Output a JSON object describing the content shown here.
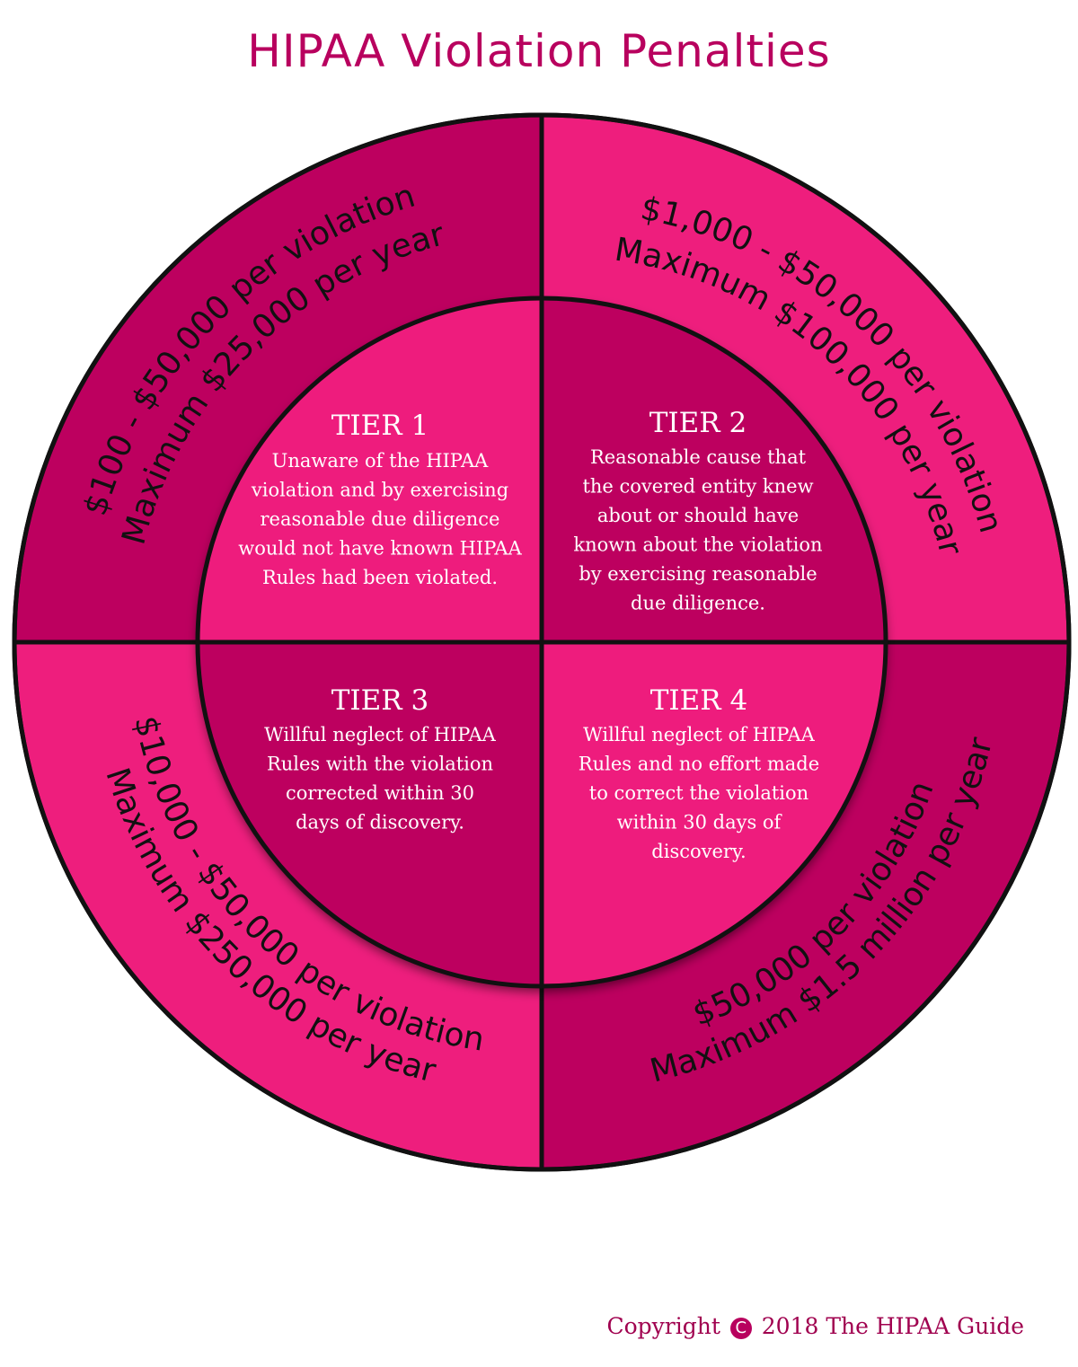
{
  "title": "HIPAA Violation Penalties",
  "colors": {
    "dark": "#bd005f",
    "light": "#ee1e7d",
    "outline": "#111111",
    "title": "#b8005e"
  },
  "tiers": [
    {
      "title": "TIER 1",
      "description": [
        "Unaware of the HIPAA",
        "violation and by exercising",
        "reasonable due diligence",
        "would not have known HIPAA",
        "Rules had been violated."
      ],
      "penalty": [
        "$100 - $50,000 per violation",
        "Maximum $25,000 per year"
      ]
    },
    {
      "title": "TIER 2",
      "description": [
        "Reasonable cause that",
        "the covered entity knew",
        "about or should have",
        "known about the violation",
        "by exercising reasonable",
        "due diligence."
      ],
      "penalty": [
        "$1,000 - $50,000 per violation",
        "Maximum $100,000 per year"
      ]
    },
    {
      "title": "TIER 3",
      "description": [
        "Willful neglect of HIPAA",
        "Rules with the violation",
        "corrected within 30",
        "days of discovery."
      ],
      "penalty": [
        "$10,000 - $50,000 per violation",
        "Maximum $250,000  per year"
      ]
    },
    {
      "title": "TIER 4",
      "description": [
        "Willful neglect of HIPAA",
        "Rules and no effort made",
        "to correct the violation",
        "within 30 days of",
        "discovery."
      ],
      "penalty": [
        "$50,000 per violation",
        "Maximum $1.5 million per year"
      ]
    }
  ],
  "copyright": {
    "prefix": "Copyright",
    "symbol": "C",
    "suffix": "2018 The HIPAA Guide"
  }
}
